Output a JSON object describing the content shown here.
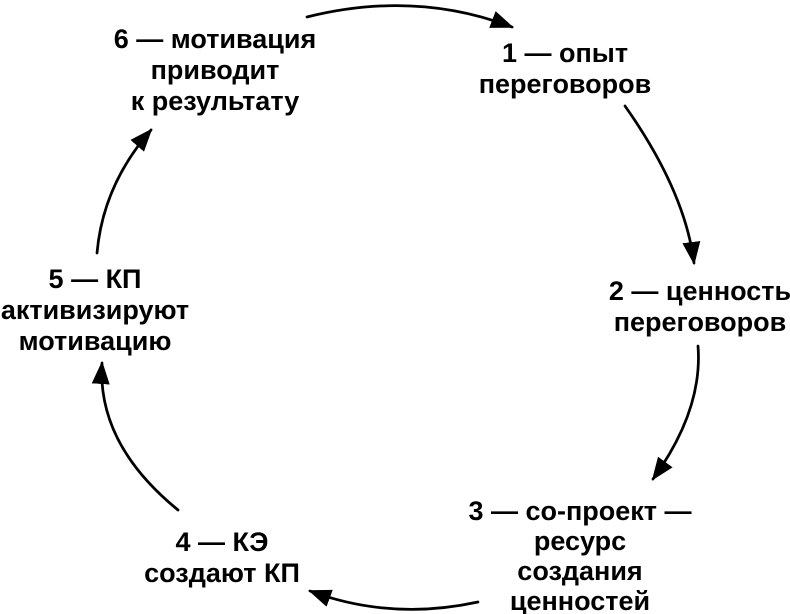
{
  "diagram": {
    "type": "cycle",
    "direction": "clockwise",
    "background_color": "#ffffff",
    "text_color": "#000000",
    "arrow_color": "#000000",
    "nodes": [
      {
        "id": "1",
        "label": "1 — опыт\nпереговоров"
      },
      {
        "id": "2",
        "label": "2 — ценность\nпереговоров"
      },
      {
        "id": "3",
        "label": "3 — со-проект —\nресурс\nсоздания\nценностей"
      },
      {
        "id": "4",
        "label": "4 — КЭ\nсоздают КП"
      },
      {
        "id": "5",
        "label": "5 — КП\nактивизируют\nмотивацию"
      },
      {
        "id": "6",
        "label": "6 — мотивация\nприводит\nк результату"
      }
    ],
    "edges": [
      {
        "from": "6",
        "to": "1"
      },
      {
        "from": "1",
        "to": "2"
      },
      {
        "from": "2",
        "to": "3"
      },
      {
        "from": "3",
        "to": "4"
      },
      {
        "from": "4",
        "to": "5"
      },
      {
        "from": "5",
        "to": "6"
      }
    ]
  }
}
